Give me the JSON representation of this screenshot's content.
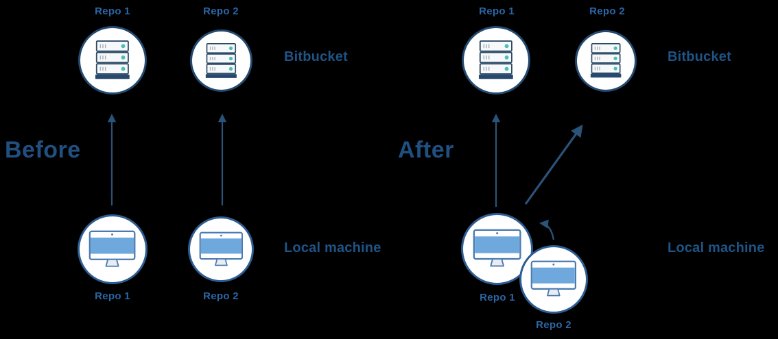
{
  "before": {
    "heading": "Before",
    "top_row_label": "Bitbucket",
    "bottom_row_label": "Local machine",
    "bitbucket_repos": [
      "Repo 1",
      "Repo 2"
    ],
    "local_repos": [
      "Repo 1",
      "Repo 2"
    ]
  },
  "after": {
    "heading": "After",
    "top_row_label": "Bitbucket",
    "bottom_row_label": "Local machine",
    "bitbucket_repos": [
      "Repo 1",
      "Repo 2"
    ],
    "local_repos": [
      "Repo 1",
      "Repo 2"
    ]
  },
  "icons": {
    "server": "server-rack-icon",
    "monitor": "desktop-computer-icon",
    "straight_arrow": "push-arrow",
    "curved_arrow": "merge-arrow"
  },
  "colors": {
    "background": "#000000",
    "heading_text": "#205081",
    "row_label_text": "#1e5486",
    "repo_label_text": "#2a66a5",
    "server_circle_border": "#234a70",
    "monitor_circle_border": "#2d5d92",
    "circle_fill": "#ffffff",
    "arrow": "#2b5379",
    "server_row_fill": "#f7f8f9",
    "server_row_border": "#2c4a66",
    "server_base": "#27496d",
    "server_tick": "#a9b2ba",
    "server_led": "#4cc0b5",
    "monitor_border": "#4a7ab0",
    "monitor_screen": "#6fa8dc",
    "monitor_stand": "#e9edf2"
  }
}
